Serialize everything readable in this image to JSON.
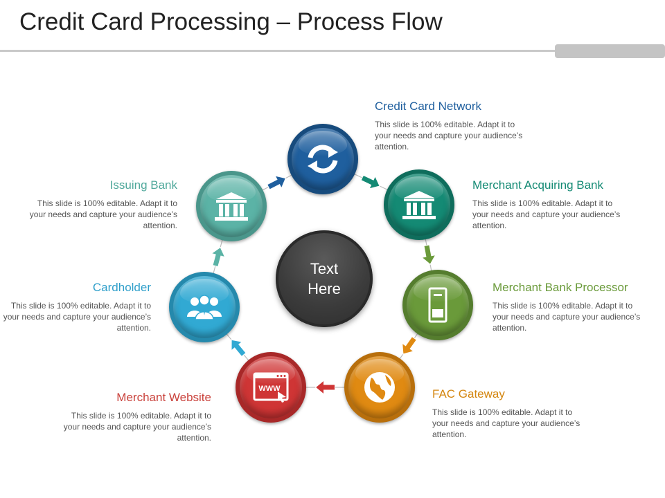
{
  "title": "Credit Card Processing – Process Flow",
  "center_text": [
    "Text",
    "Here"
  ],
  "steps": [
    {
      "name": "Credit Card Network",
      "desc": "This slide is 100% editable. Adapt it to your needs and capture your audience’s attention.",
      "color": "#1f5f9e",
      "ring": "#174b7d",
      "head_color": "#1f5f9e",
      "icon": "sync-arrows-icon"
    },
    {
      "name": "Merchant Acquiring Bank",
      "desc": "This slide is 100% editable. Adapt it to your needs and capture your audience’s attention.",
      "color": "#148a74",
      "ring": "#0f6d5c",
      "head_color": "#148a74",
      "icon": "bank-building-icon"
    },
    {
      "name": "Merchant Bank Processor",
      "desc": "This slide is 100% editable. Adapt it to your needs and capture your audience’s attention.",
      "color": "#6a9a3a",
      "ring": "#557d2e",
      "head_color": "#6a9a3a",
      "icon": "server-tower-icon"
    },
    {
      "name": "FAC Gateway",
      "desc": "This slide is 100% editable. Adapt it to your needs and capture your audience’s attention.",
      "color": "#e08a12",
      "ring": "#b86f0c",
      "head_color": "#d4860f",
      "icon": "globe-icon"
    },
    {
      "name": "Merchant Website",
      "desc": "This slide is 100% editable. Adapt it to your needs and capture your audience’s attention.",
      "color": "#cf3535",
      "ring": "#a82828",
      "head_color": "#c9403a",
      "icon": "www-browser-icon",
      "icon_text": "WWW"
    },
    {
      "name": "Cardholder",
      "desc": "This slide is 100% editable. Adapt it to your needs and capture your audience’s attention.",
      "color": "#31a9d3",
      "ring": "#2589ac",
      "head_color": "#2f9fca",
      "icon": "people-group-icon"
    },
    {
      "name": "Issuing Bank",
      "desc": "This slide is 100% editable. Adapt it to your needs and capture your audience’s attention.",
      "color": "#5bb3a6",
      "ring": "#4a968b",
      "head_color": "#4fa89b",
      "icon": "bank-building-icon"
    }
  ]
}
